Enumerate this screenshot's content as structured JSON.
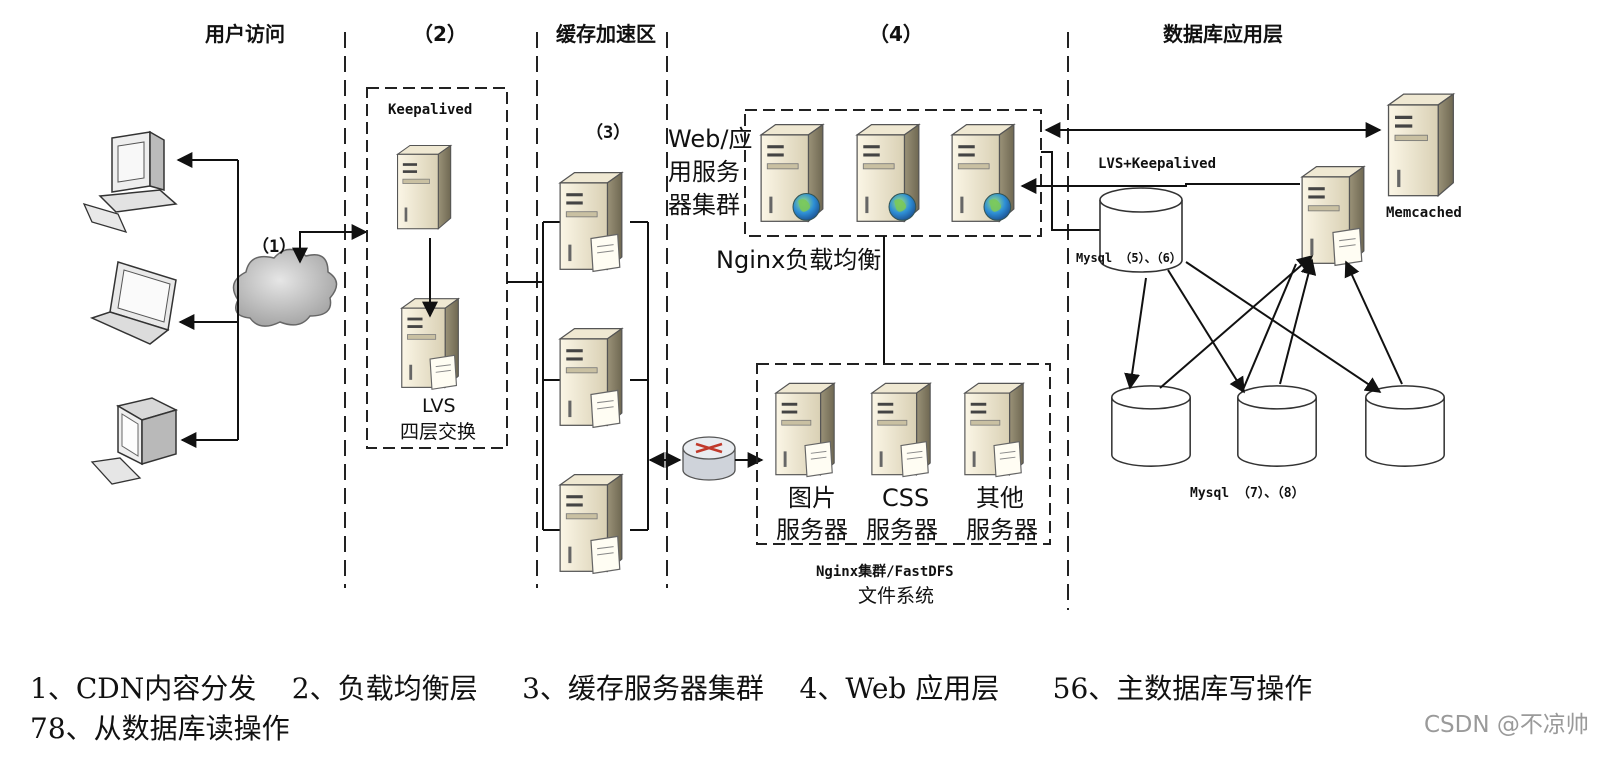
{
  "zones": {
    "user_access": "用户访问",
    "num2": "（2）",
    "cache_zone": "缓存加速区",
    "num4": "（4）",
    "db_layer": "数据库应用层"
  },
  "labels": {
    "num1": "（1）",
    "num3": "（3）",
    "keepalived": "Keepalived",
    "lvs": "LVS",
    "lvs_sub": "四层交换",
    "web_app_cluster": [
      "Web/应",
      "用服务",
      "器集群"
    ],
    "nginx_lb": "Nginx负载均衡",
    "lvs_keepalived": "LVS+Keepalived",
    "memcached": "Memcached",
    "mysql_56": "Mysql （5）、（6）",
    "mysql_78": "Mysql （7）、（8）",
    "image_server": [
      "图片",
      "服务器"
    ],
    "css_server": [
      "CSS",
      "服务器"
    ],
    "other_server": [
      "其他",
      "服务器"
    ],
    "fastdfs": "Nginx集群/FastDFS",
    "fs": "文件系统"
  },
  "legend": {
    "line1": "1、CDN内容分发    2、负载均衡层     3、缓存服务器集群    4、Web 应用层      56、主数据库写操作",
    "line2": "78、从数据库读操作"
  },
  "watermark": "CSDN @不凉帅",
  "icons": [
    "desktop-computer-icon",
    "laptop-icon",
    "crt-computer-icon",
    "cloud-icon",
    "server-icon",
    "web-server-icon",
    "router-icon",
    "database-cylinder-icon"
  ]
}
